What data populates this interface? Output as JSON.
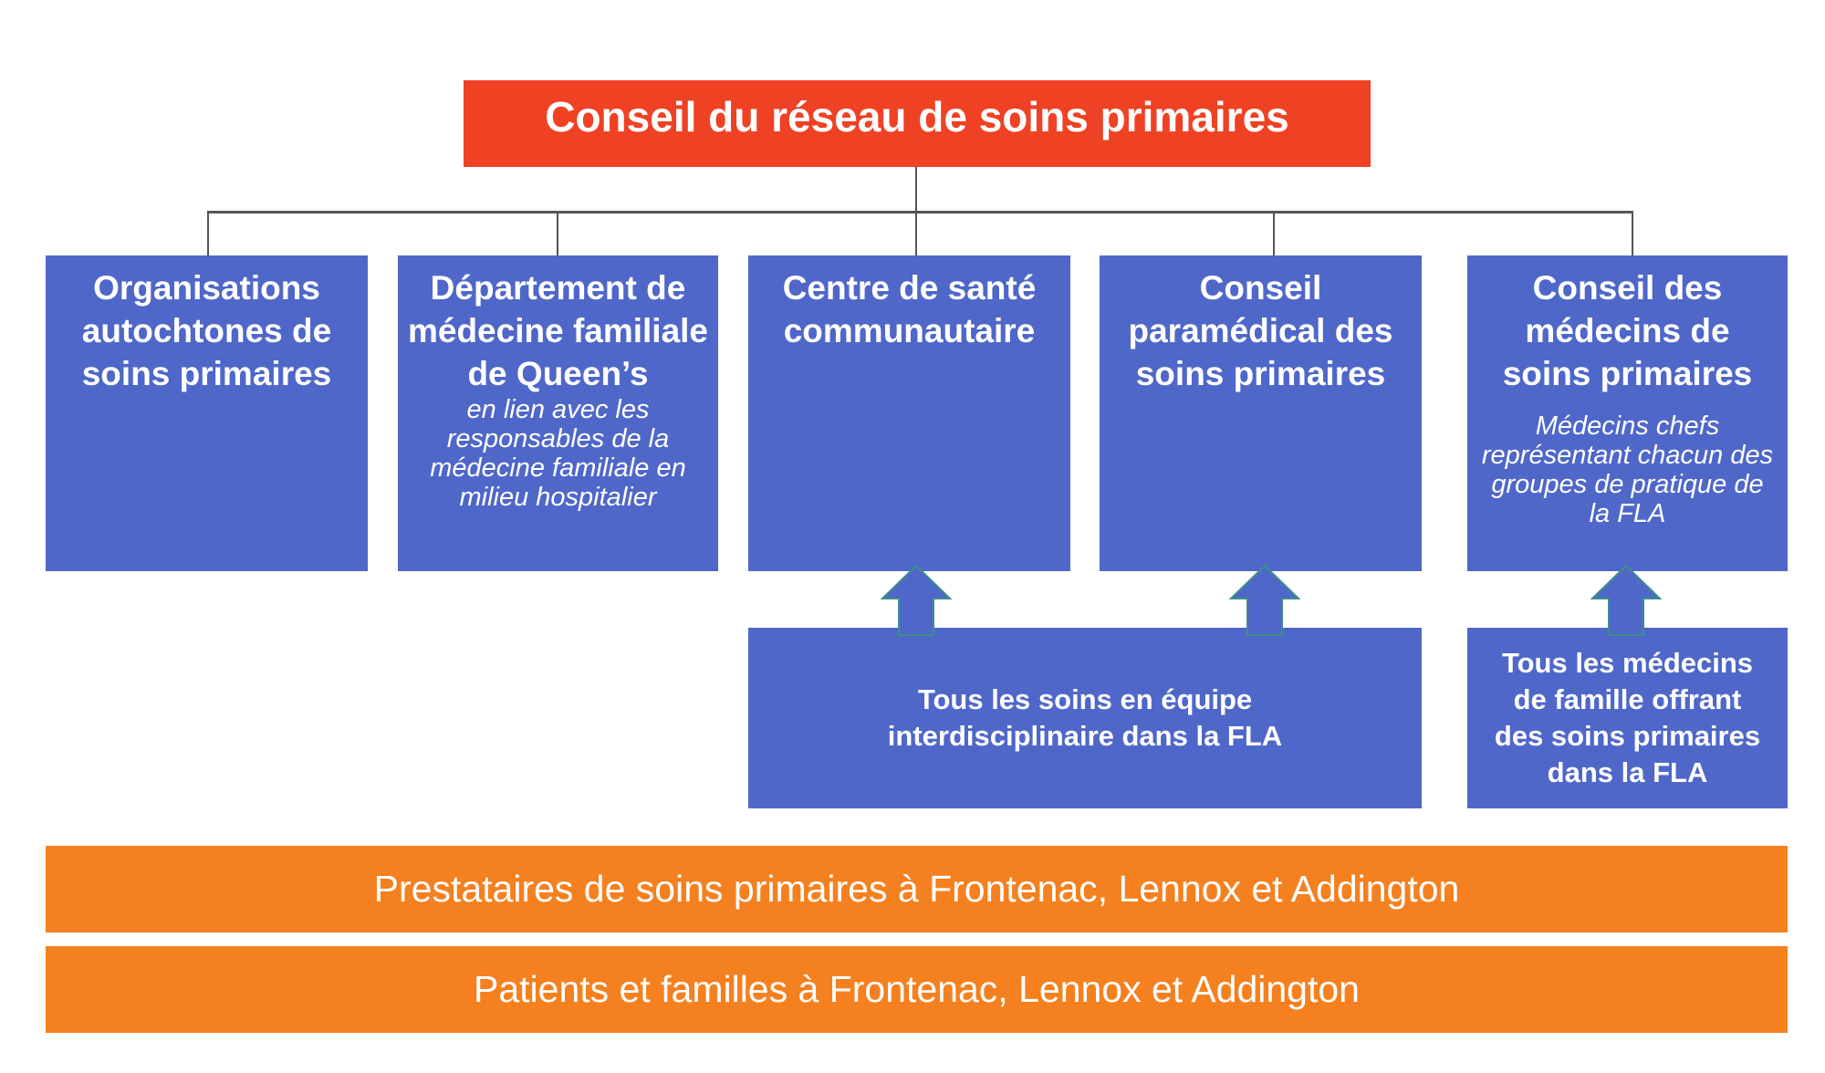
{
  "title": "Conseil du réseau de soins primaires",
  "units": [
    {
      "heading": "Organisations autochtones de soins primaires"
    },
    {
      "heading": "Département de médecine familiale de Queen’s",
      "subtitle": "en lien avec les responsables de la médecine familiale en milieu hospitalier"
    },
    {
      "heading": "Centre de santé communautaire"
    },
    {
      "heading": "Conseil paramédical des soins primaires"
    },
    {
      "heading": "Conseil des médecins de soins primaires",
      "subtitle": "Médecins chefs représentant chacun des groupes de pratique de la FLA"
    }
  ],
  "feeders": [
    {
      "text": "Tous les soins en équipe interdisciplinaire dans la FLA"
    },
    {
      "text": "Tous les médecins de famille offrant des soins primaires dans la FLA"
    }
  ],
  "bands": [
    {
      "text": "Prestataires de soins primaires à Frontenac, Lennox et Addington"
    },
    {
      "text": "Patients et familles à Frontenac, Lennox et Addington"
    }
  ],
  "colors": {
    "red": "#EF4123",
    "blue": "#4F67C8",
    "orange": "#F5801F"
  }
}
